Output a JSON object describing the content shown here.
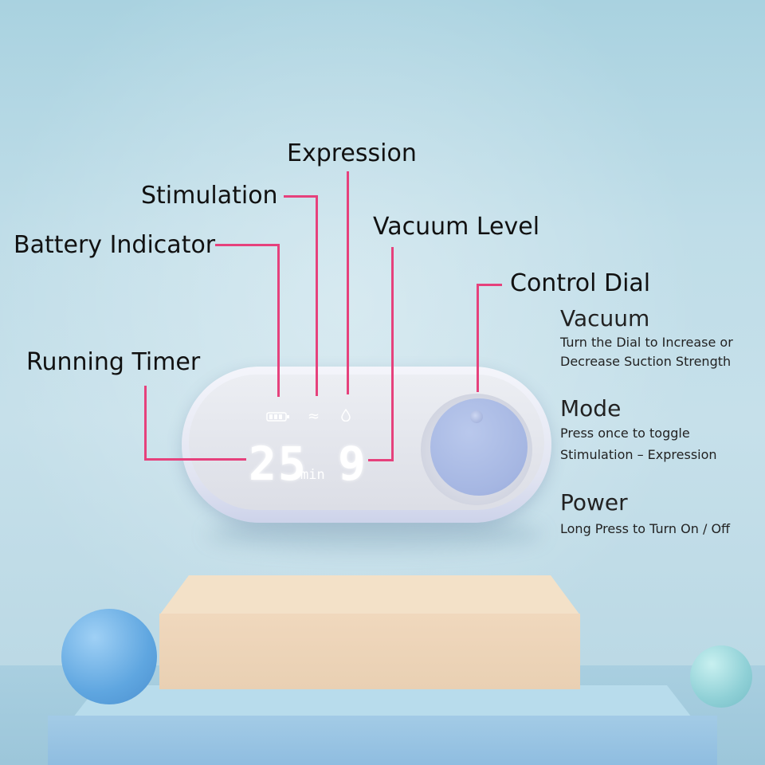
{
  "callouts": {
    "expression": "Expression",
    "stimulation": "Stimulation",
    "battery_indicator": "Battery Indicator",
    "vacuum_level": "Vacuum Level",
    "control_dial": "Control Dial",
    "running_timer": "Running Timer"
  },
  "display": {
    "timer_value": "25",
    "timer_unit": "min",
    "vacuum_level_value": "9",
    "stimulation_icon": "≈"
  },
  "dial_functions": {
    "vacuum": {
      "title": "Vacuum",
      "line1": "Turn the Dial to Increase or",
      "line2": "Decrease  Suction Strength"
    },
    "mode": {
      "title": "Mode",
      "line1": "Press once to toggle",
      "line2": "Stimulation – Expression"
    },
    "power": {
      "title": "Power",
      "line1": "Long Press to Turn On / Off"
    }
  },
  "colors": {
    "callout_line": "#e6417c",
    "background": "#bfdde8",
    "dial": "#a5b6e2"
  },
  "icons": {
    "battery": "battery-icon",
    "stimulation": "wave-icon",
    "expression": "droplet-icon"
  }
}
